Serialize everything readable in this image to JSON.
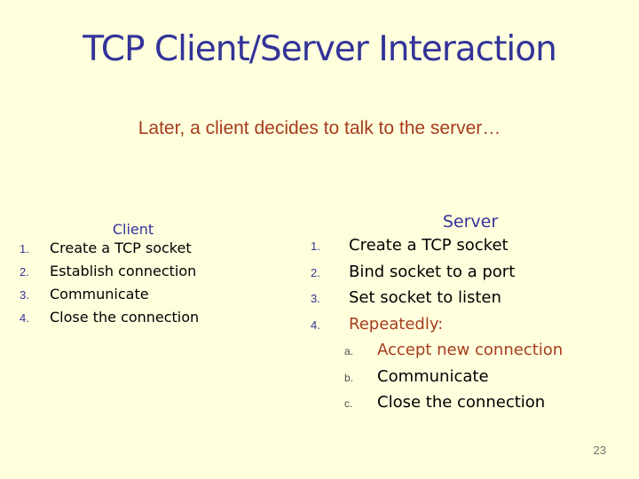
{
  "slide": {
    "title": "TCP Client/Server Interaction",
    "subtitle": "Later, a client decides to talk to the server…",
    "page_number": "23",
    "colors": {
      "background": "#FFFFDE",
      "title_navy": "#333399",
      "accent_red": "#A63C1C",
      "body_text": "#000000",
      "marker_navy": "#333399",
      "submarker_gray": "#4D4D4D",
      "page_number_gray": "#707070"
    },
    "client": {
      "heading": "Client",
      "items": [
        {
          "marker": "1.",
          "text": "Create a TCP socket"
        },
        {
          "marker": "2.",
          "text": "Establish connection"
        },
        {
          "marker": "3.",
          "text": "Communicate"
        },
        {
          "marker": "4.",
          "text": "Close the connection"
        }
      ]
    },
    "server": {
      "heading": "Server",
      "items": [
        {
          "marker": "1.",
          "text": "Create a TCP socket",
          "emphasis": false
        },
        {
          "marker": "2.",
          "text": "Bind socket to a port",
          "emphasis": false
        },
        {
          "marker": "3.",
          "text": "Set socket to listen",
          "emphasis": false
        },
        {
          "marker": "4.",
          "text": "Repeatedly:",
          "emphasis": true
        }
      ],
      "subitems": [
        {
          "marker": "a.",
          "text": "Accept new connection",
          "emphasis": true
        },
        {
          "marker": "b.",
          "text": "Communicate",
          "emphasis": false
        },
        {
          "marker": "c.",
          "text": "Close the connection",
          "emphasis": false
        }
      ]
    }
  }
}
